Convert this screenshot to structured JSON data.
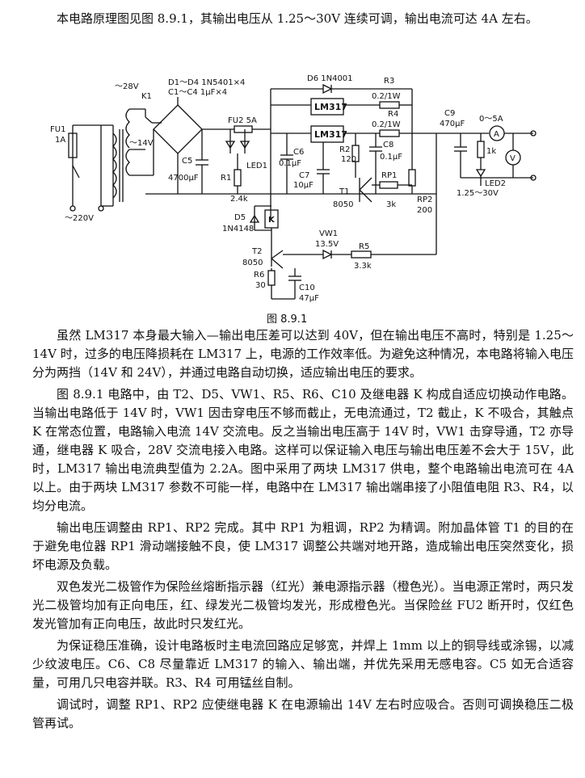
{
  "intro": "本电路原理图见图 8.9.1，其输出电压从 1.25～30V 连续可调，输出电流可达 4A 左右。",
  "figure": {
    "caption": "图 8.9.1",
    "labels": {
      "fu1": "FU1",
      "fu1_val": "1A",
      "v220": "～220V",
      "v28": "～28V",
      "v14": "～14V",
      "k1": "K1",
      "d1d4": "D1～D4  1N5401×4",
      "c1c4": "C1～C4  1μF×4",
      "fu2": "FU2  5A",
      "c5": "C5",
      "c5_val": "4700μF",
      "r1": "R1",
      "r1_val": "2.4k",
      "led1": "LED1",
      "d6": "D6  1N4001",
      "r3": "R3",
      "r3_val": "0.2/1W",
      "lm317a": "LM317",
      "lm317b": "LM317",
      "r4": "R4",
      "r4_val": "0.2/1W",
      "c6": "C6",
      "c6_val": "0.1μF",
      "c7": "C7",
      "c7_val": "10μF",
      "c8": "C8",
      "c8_val": "0.1μF",
      "r2": "R2",
      "r2_val": "120",
      "t1": "T1",
      "t1_val": "8050",
      "rp1": "RP1",
      "rp1_val": "3k",
      "rp2": "RP2",
      "rp2_val": "200",
      "c9": "C9",
      "c9_val": "470μF",
      "amm_range": "0～5A",
      "ammeter": "A",
      "voltmeter": "V",
      "r_1k": "1k",
      "led2": "LED2",
      "vout": "1.25～30V",
      "d5": "D5",
      "d5_val": "1N4148",
      "relay": "K",
      "vw1": "VW1",
      "vw1_val": "13.5V",
      "r5": "R5",
      "r5_val": "3.3k",
      "t2": "T2",
      "t2_val": "8050",
      "r6": "R6",
      "r6_val": "30",
      "c10": "C10",
      "c10_val": "47μF"
    }
  },
  "paragraphs": [
    "虽然 LM317 本身最大输入—输出电压差可以达到 40V，但在输出电压不高时，特别是 1.25～14V 时，过多的电压降损耗在 LM317 上，电源的工作效率低。为避免这种情况，本电路将输入电压分为两挡（14V 和 24V），并通过电路自动切换，适应输出电压的要求。",
    "图 8.9.1 电路中，由 T2、D5、VW1、R5、R6、C10 及继电器 K 构成自适应切换动作电路。当输出电路低于 14V 时，VW1 因击穿电压不够而截止，无电流通过，T2 截止，K 不吸合，其触点 K 在常态位置，电路输入电流 14V 交流电。反之当输出电压高于 14V 时，VW1 击穿导通，T2 亦导通，继电器 K 吸合，28V 交流电接入电路。这样可以保证输入电压与输出电压差不会大于 15V，此时，LM317 输出电流典型值为 2.2A。图中采用了两块 LM317 供电，整个电路输出电流可在 4A 以上。由于两块 LM317 参数不可能一样，电路中在 LM317 输出端串接了小阻值电阻 R3、R4，以均分电流。",
    "输出电压调整由 RP1、RP2 完成。其中 RP1 为粗调，RP2 为精调。附加晶体管 T1 的目的在于避免电位器 RP1 滑动端接触不良，使 LM317 调整公共端对地开路，造成输出电压突然变化，损坏电源及负载。",
    "双色发光二极管作为保险丝熔断指示器（红光）兼电源指示器（橙色光）。当电源正常时，两只发光二极管均加有正向电压，红、绿发光二极管均发光，形成橙色光。当保险丝 FU2 断开时，仅红色发光管加有正向电压，故此时只发红光。",
    "为保证稳压准确，设计电路板时主电流回路应足够宽，并焊上 1mm 以上的铜导线或涂锡，以减少纹波电压。C6、C8 尽量靠近 LM317 的输入、输出端，并优先采用无感电容。C5 如无合适容量，可用几只电容并联。R3、R4 可用锰丝自制。",
    "调试时，调整 RP1、RP2 应使继电器 K 在电源输出 14V 左右时应吸合。否则可调换稳压二极管再试。"
  ]
}
